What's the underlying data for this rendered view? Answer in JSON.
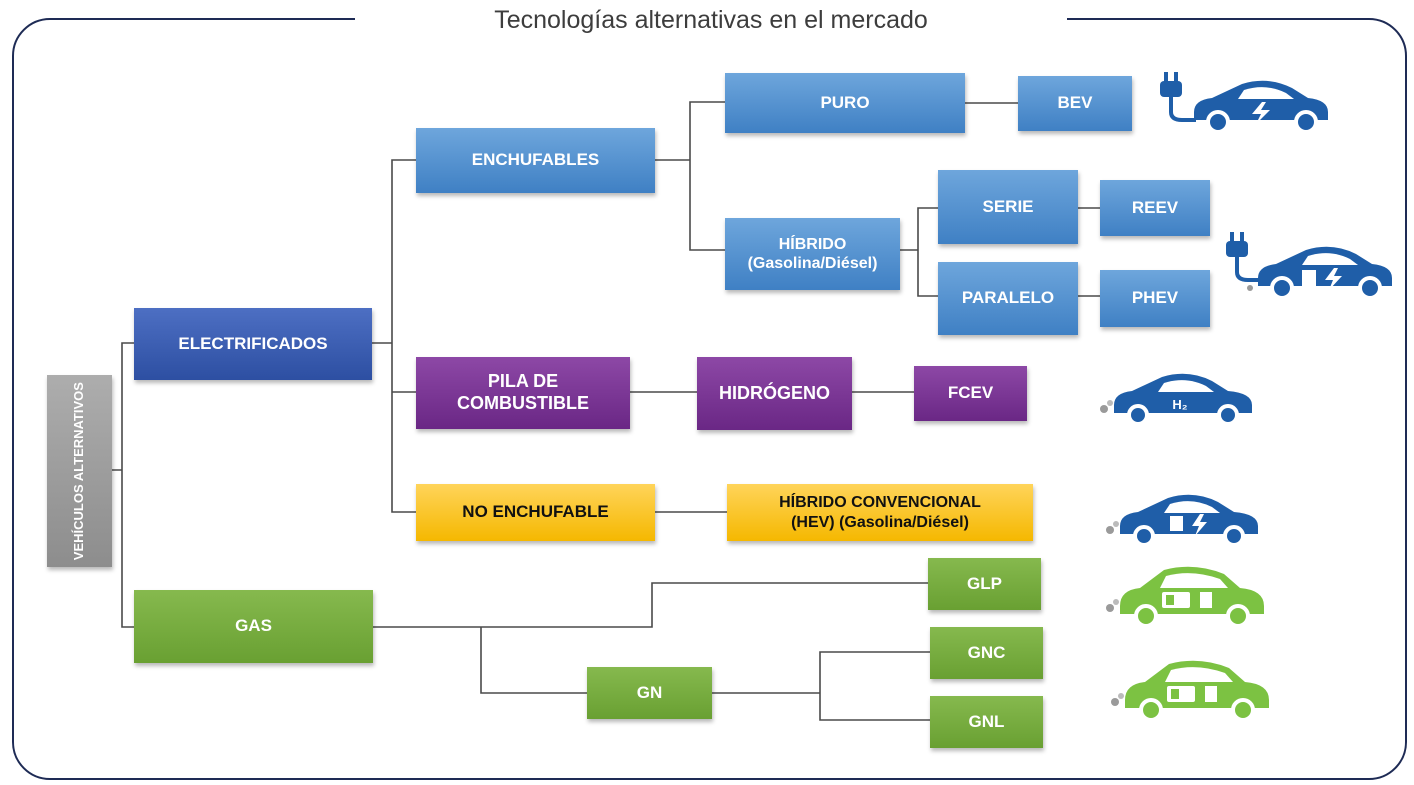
{
  "title": "Tecnologías alternativas en el mercado",
  "nodes": {
    "vehiculos": "VEHÍCULOS\nALTERNATIVOS",
    "electrificados": "ELECTRIFICADOS",
    "gas": "GAS",
    "enchufables": "ENCHUFABLES",
    "pila": "PILA DE\nCOMBUSTIBLE",
    "no_enchufable": "NO ENCHUFABLE",
    "puro": "PURO",
    "hibrido": "HÍBRIDO\n(Gasolina/Diésel)",
    "bev": "BEV",
    "serie": "SERIE",
    "paralelo": "PARALELO",
    "reev": "REEV",
    "phev": "PHEV",
    "hidrogeno": "HIDRÓGENO",
    "fcev": "FCEV",
    "hev": "HÍBRIDO CONVENCIONAL\n(HEV) (Gasolina/Diésel)",
    "glp": "GLP",
    "gn": "GN",
    "gnc": "GNC",
    "gnl": "GNL"
  },
  "colors": {
    "frame": "#1e2b55",
    "light_blue": "#5b95d3",
    "dark_blue": "#3a5db5",
    "purple": "#7a3696",
    "yellow": "#fec72d",
    "green": "#77ad40",
    "grey": "#9b9b9b",
    "connector": "#4a4a4a",
    "car_blue": "#1f5ea8",
    "car_green": "#7cc242"
  },
  "icons": {
    "bev_car": "electric-plug-car-icon",
    "phev_car": "plug-in-hybrid-car-icon",
    "fcev_car": "hydrogen-car-icon",
    "hev_car": "hybrid-car-icon",
    "glp_car": "lpg-car-icon",
    "gn_car": "natural-gas-car-icon"
  },
  "h2_label": "H₂"
}
